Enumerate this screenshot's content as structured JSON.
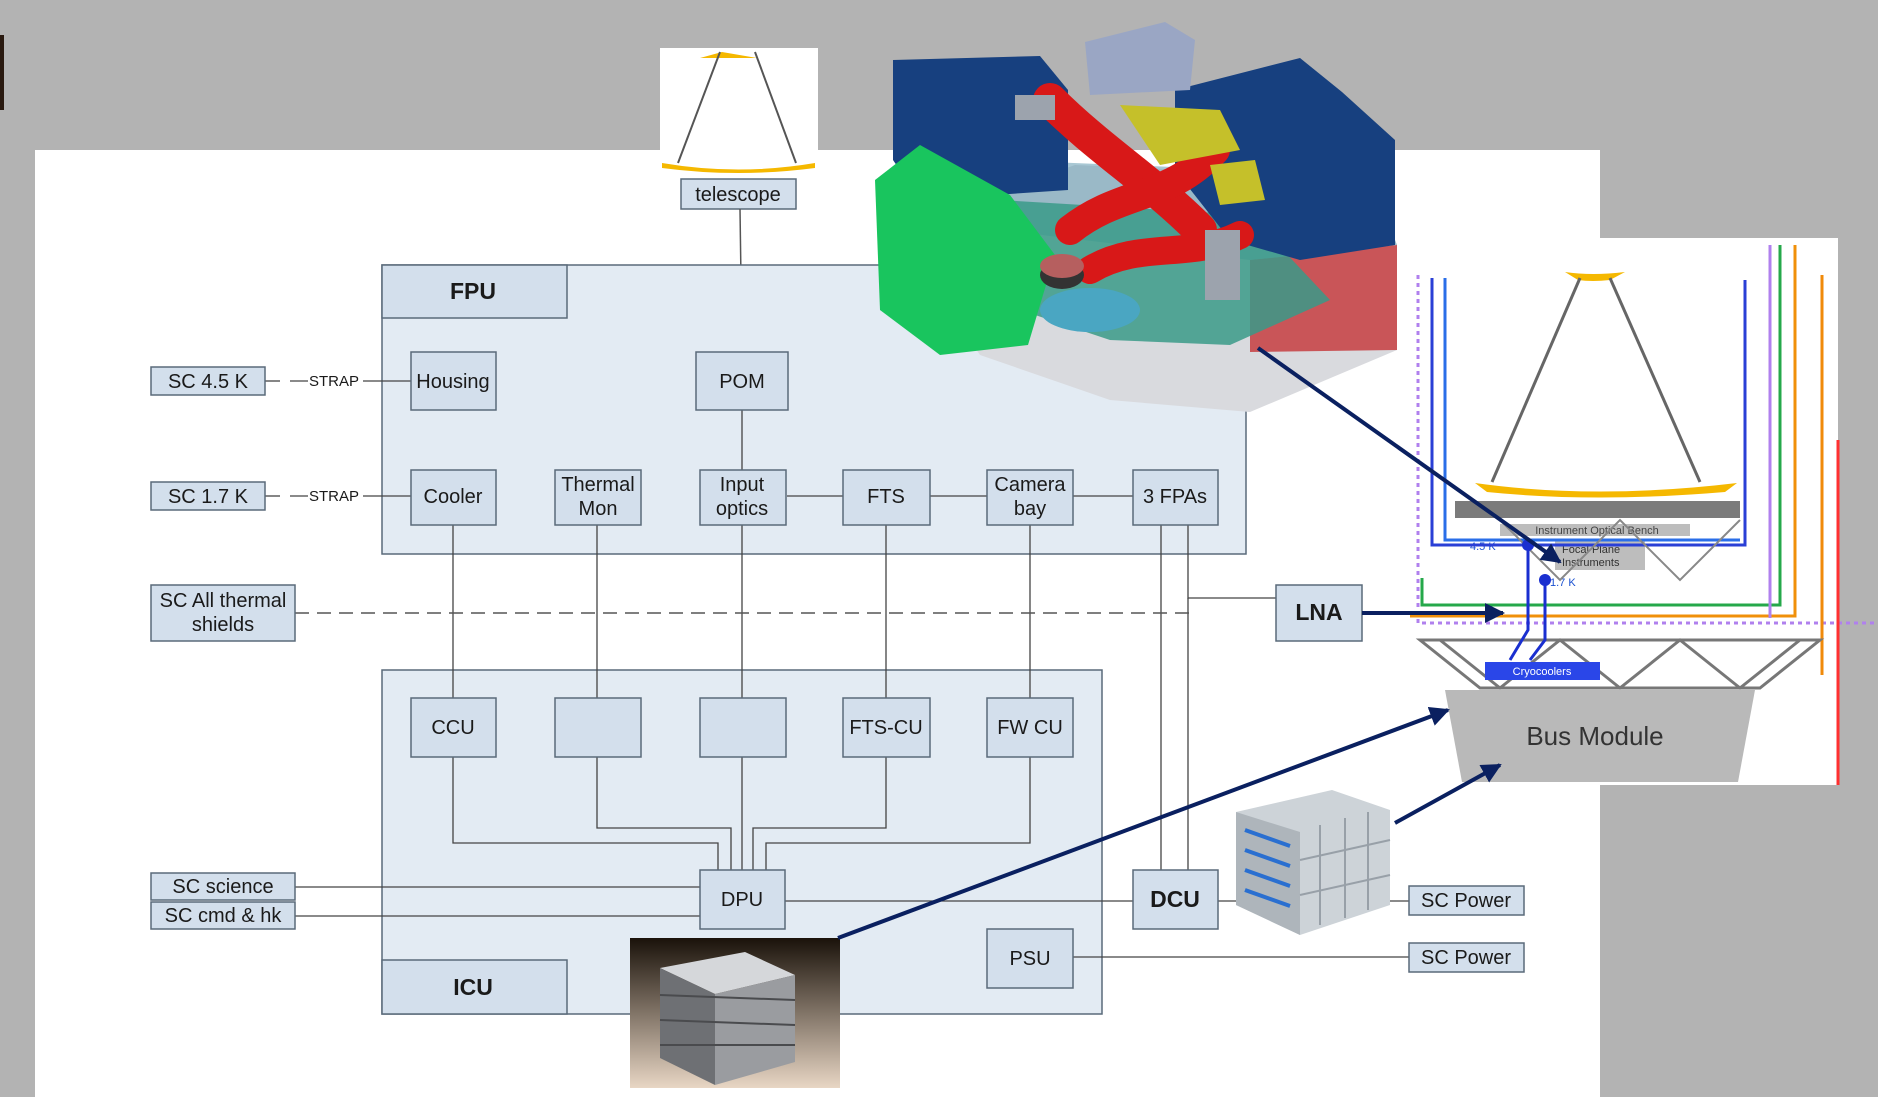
{
  "labels": {
    "telescope": "telescope",
    "fpu": "FPU",
    "icu": "ICU",
    "housing": "Housing",
    "pom": "POM",
    "cooler": "Cooler",
    "thermal_mon_1": "Thermal",
    "thermal_mon_2": "Mon",
    "input_optics_1": "Input",
    "input_optics_2": "optics",
    "fts": "FTS",
    "camera_bay_1": "Camera",
    "camera_bay_2": "bay",
    "fpas": "3 FPAs",
    "ccu": "CCU",
    "fts_cu": "FTS-CU",
    "fw_cu": "FW CU",
    "dpu": "DPU",
    "psu": "PSU",
    "dcu": "DCU",
    "lna": "LNA",
    "sc_45k": "SC 4.5 K",
    "sc_17k": "SC 1.7 K",
    "strap_1": "STRAP",
    "strap_2": "STRAP",
    "sc_thermal_1": "SC All thermal",
    "sc_thermal_2": "shields",
    "sc_science": "SC science",
    "sc_cmd": "SC cmd & hk",
    "sc_power_1": "SC Power",
    "sc_power_2": "SC Power"
  },
  "inset": {
    "bench": "Instrument Optical Bench",
    "fpi_1": "Focal Plane",
    "fpi_2": "Instruments",
    "t45": "4.5 K",
    "t17": "1.7 K",
    "cryo": "Cryocoolers",
    "bus": "Bus Module"
  },
  "colors": {
    "panel": "#ffffff",
    "box_fill": "#d3dfec",
    "group_fill": "#e3ebf3",
    "box_stroke": "#5a6a7a",
    "arrow_navy": "#0a2060",
    "mirror": "#f5b800"
  }
}
